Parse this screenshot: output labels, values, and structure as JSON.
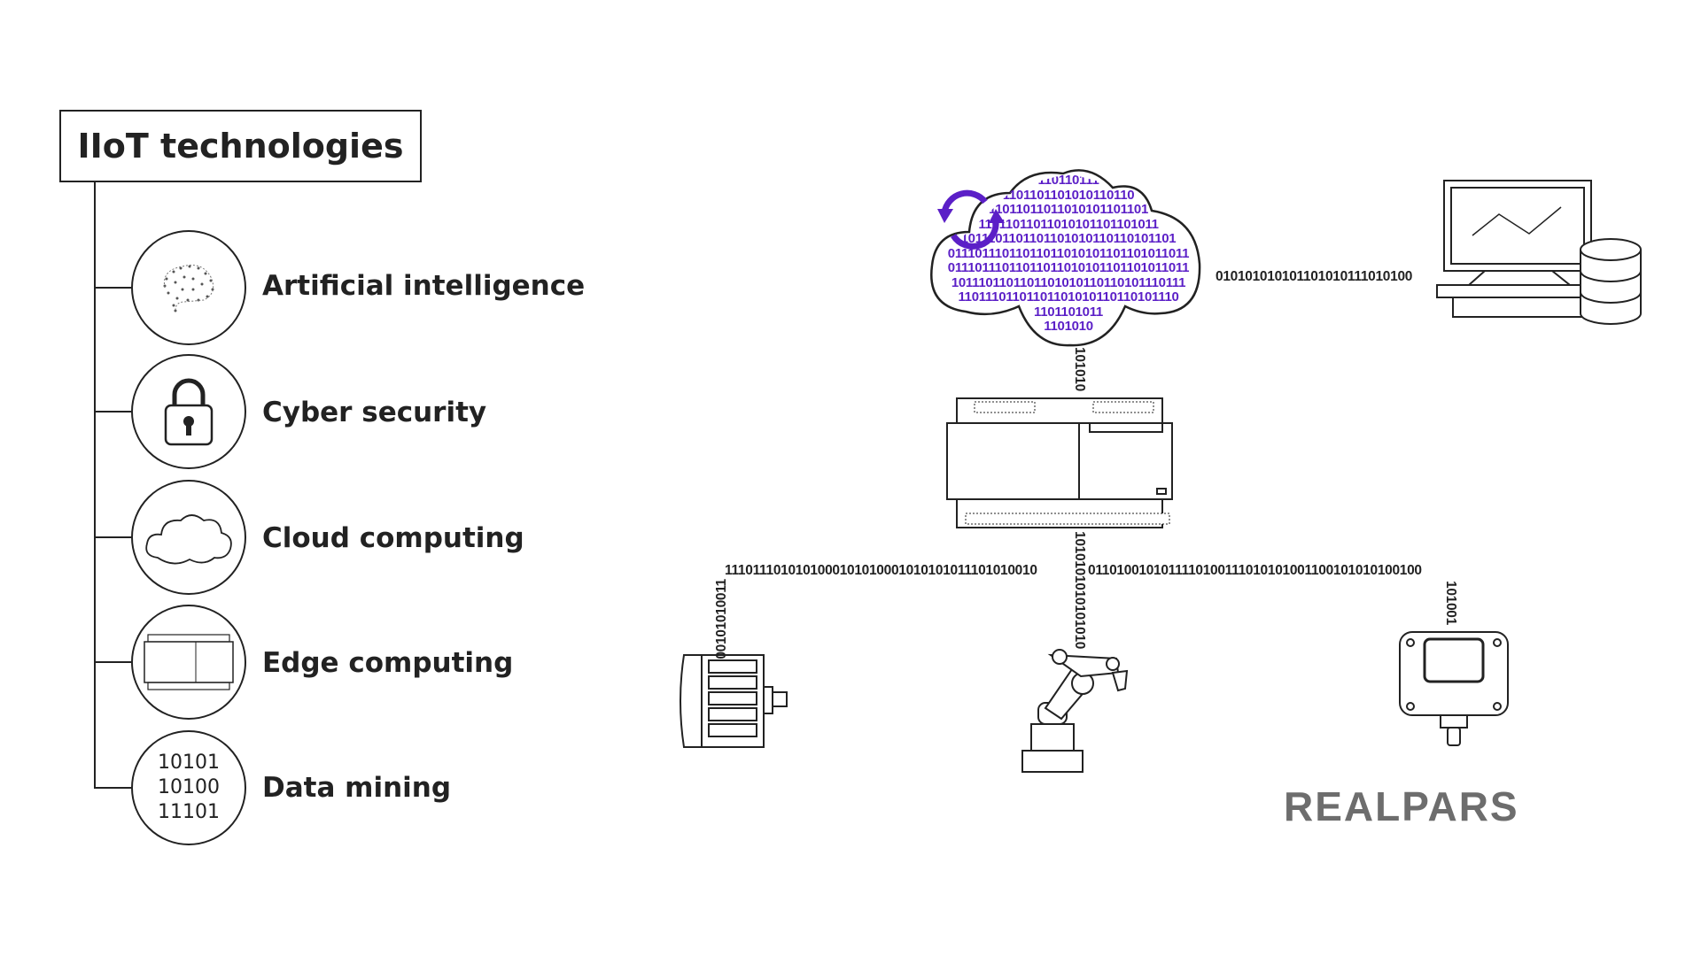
{
  "title": "IIoT technologies",
  "items": [
    {
      "label": "Artificial intelligence",
      "icon": "brain-icon"
    },
    {
      "label": "Cyber security",
      "icon": "padlock-icon"
    },
    {
      "label": "Cloud computing",
      "icon": "cloud-icon"
    },
    {
      "label": "Edge computing",
      "icon": "edge-device-icon"
    },
    {
      "label": "Data mining",
      "icon": "binary-data-icon",
      "lines": [
        "10101",
        "10100",
        "11101"
      ]
    }
  ],
  "diagram": {
    "cloud_binary": [
      "110110111",
      "1101101101010110110",
      "11011011011010101101101",
      "11011011011010101101101011",
      "1011101101101101010110110101101",
      "01110111011011011010101101101011011",
      "01110111011011011010101101101011011",
      "1011101101101101010110110101110111",
      "11011101101101101010110110101110",
      "1101101011",
      "1101010"
    ],
    "cloud_to_computer": "010101010101101010111010100",
    "cloud_to_edge": "101010",
    "edge_to_left": "1110111010101000101010001010101011101010010",
    "edge_to_right": "0110100101011110100111010101001100101010100100",
    "edge_down": "1010101010101010",
    "motor_link": "00101010011",
    "sensor_link": "101001",
    "accent": "#5b1fc7"
  },
  "logo": "REALPARS"
}
